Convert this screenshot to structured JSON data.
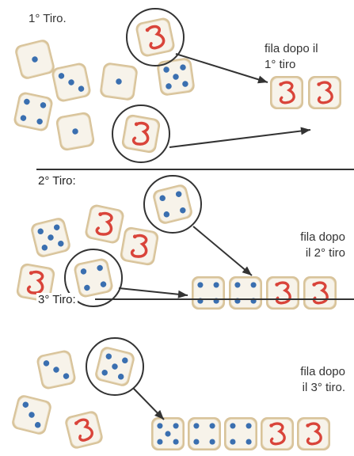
{
  "labels": {
    "roll1": "1° Tiro.",
    "roll2": "2° Tiro:",
    "roll3": "3° Tiro:",
    "row1": "fila dopo il\n1° tiro",
    "row2": "fila dopo\nil 2° tiro",
    "row3": "fila dopo\nil 3° tiro."
  },
  "colors": {
    "pip": "#3a6fb0",
    "worm": "#d9443a",
    "die_face": "#f7f3ea",
    "die_edge": "#d8c39a",
    "ink": "#333333"
  },
  "sections": [
    {
      "thrown": [
        {
          "face": 1
        },
        {
          "face": 3
        },
        {
          "face": 1
        },
        {
          "face": 5
        },
        {
          "face": 4
        },
        {
          "face": 1
        },
        {
          "face": "worm",
          "kept": true
        },
        {
          "face": "worm",
          "kept": true
        }
      ],
      "row": [
        "worm",
        "worm"
      ]
    },
    {
      "thrown": [
        {
          "face": 5
        },
        {
          "face": "worm"
        },
        {
          "face": "worm"
        },
        {
          "face": 4,
          "kept": true
        },
        {
          "face": "worm"
        },
        {
          "face": 4,
          "kept": true
        }
      ],
      "row": [
        4,
        4,
        "worm",
        "worm"
      ]
    },
    {
      "thrown": [
        {
          "face": 3
        },
        {
          "face": 5,
          "kept": true
        },
        {
          "face": 3
        },
        {
          "face": "worm"
        }
      ],
      "row": [
        5,
        4,
        4,
        "worm",
        "worm"
      ]
    }
  ]
}
